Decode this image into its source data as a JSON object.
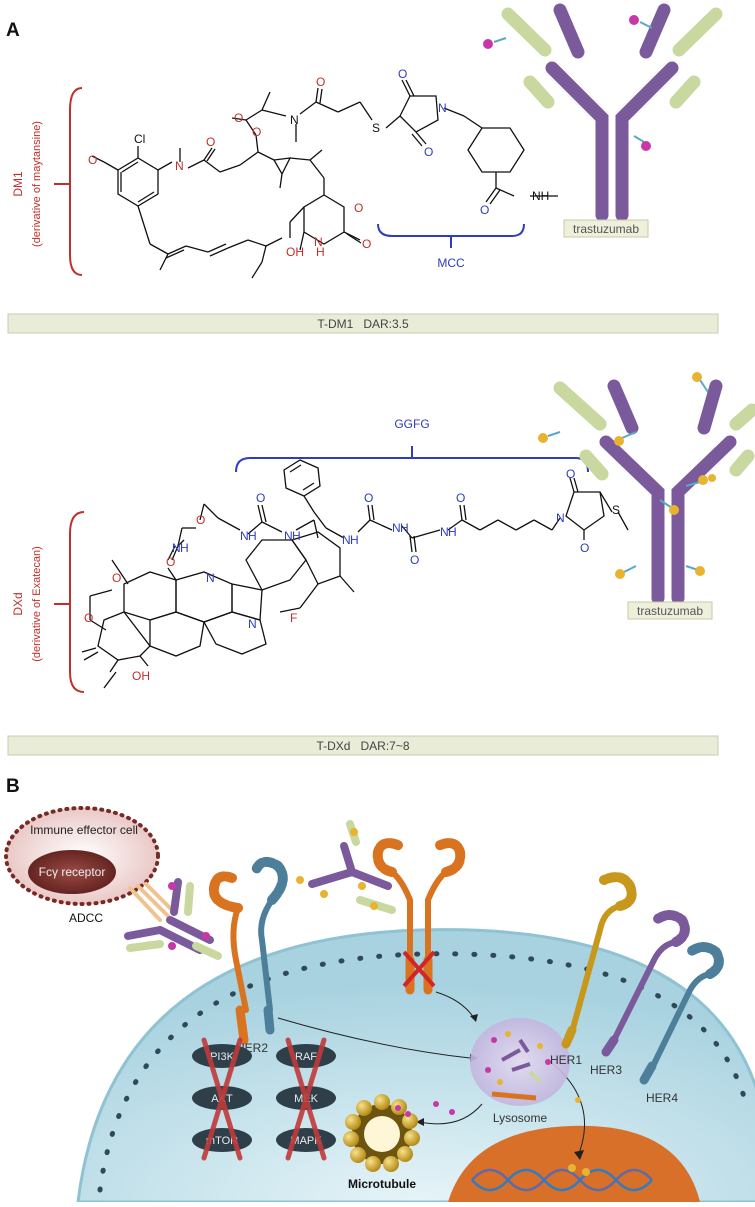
{
  "panel_a": {
    "panel_label": "A",
    "adc1": {
      "payload_label": "DM1",
      "payload_sub": "(derivative of maytansine)",
      "linker_label": "MCC",
      "antibody_label": "trastuzumab",
      "footer": "T-DM1   DAR:3.5",
      "atoms": [
        "Cl",
        "N",
        "O",
        "O",
        "N",
        "O",
        "S",
        "N",
        "O",
        "O",
        "NH",
        "O",
        "O",
        "O",
        "OH",
        "H",
        "N",
        "O",
        "O"
      ]
    },
    "adc2": {
      "payload_label": "DXd",
      "payload_sub": "(derivative of Exatecan)",
      "linker_label": "GGFG",
      "antibody_label": "trastuzumab",
      "footer": "T-DXd   DAR:7~8",
      "atoms": [
        "O",
        "N",
        "H",
        "O",
        "N",
        "H",
        "N",
        "H",
        "O",
        "N",
        "H",
        "O",
        "N",
        "H",
        "O",
        "N",
        "S",
        "O",
        "O",
        "N",
        "H",
        "O",
        "N",
        "N",
        "O",
        "O",
        "OH",
        "F"
      ]
    }
  },
  "panel_b": {
    "panel_label": "B",
    "immune_cell": "Immune effector cell",
    "fc_receptor": "Fcγ receptor",
    "adcc": "ADCC",
    "her2": "HER2",
    "her1": "HER1",
    "her3": "HER3",
    "her4": "HER4",
    "lysosome": "Lysosome",
    "microtubule": "Microtubule",
    "pathway": [
      "PI3K",
      "AKT",
      "mTOR",
      "RAF",
      "MEK",
      "MAPK"
    ]
  },
  "colors": {
    "antibody_heavy": "#7b5a9b",
    "antibody_light": "#c8d89e",
    "payload_dm1": "#c837a8",
    "payload_dxd": "#e8b330",
    "her2": "#d9731f",
    "her_blue": "#4d7f9a",
    "her1": "#c7981c",
    "bracket_red": "#c0302b",
    "linker_blue": "#2f3cbe",
    "cell": "#b9dbe6",
    "nucleus": "#d8702a"
  }
}
